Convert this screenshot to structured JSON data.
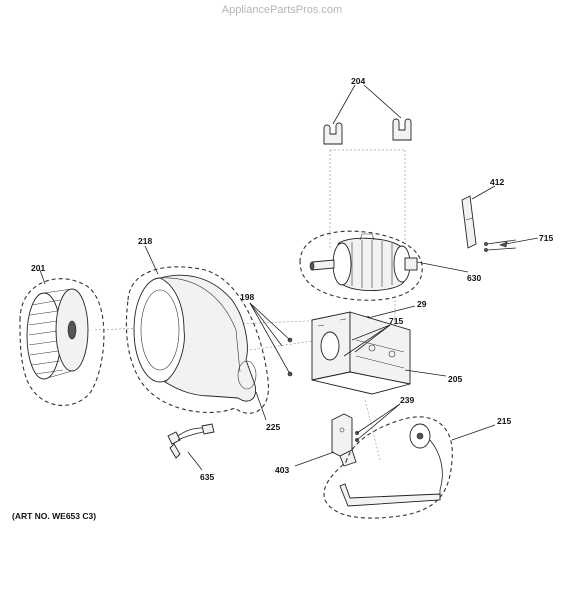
{
  "watermark": "AppliancePartsPros.com",
  "art_number": "(ART NO. WE653 C3)",
  "callouts": [
    {
      "id": "204",
      "label": "204"
    },
    {
      "id": "412",
      "label": "412"
    },
    {
      "id": "715a",
      "label": "715"
    },
    {
      "id": "630",
      "label": "630"
    },
    {
      "id": "218",
      "label": "218"
    },
    {
      "id": "201",
      "label": "201"
    },
    {
      "id": "198",
      "label": "198"
    },
    {
      "id": "29",
      "label": "29"
    },
    {
      "id": "715b",
      "label": "715"
    },
    {
      "id": "205",
      "label": "205"
    },
    {
      "id": "225",
      "label": "225"
    },
    {
      "id": "239",
      "label": "239"
    },
    {
      "id": "215",
      "label": "215"
    },
    {
      "id": "403",
      "label": "403"
    },
    {
      "id": "635",
      "label": "635"
    }
  ]
}
